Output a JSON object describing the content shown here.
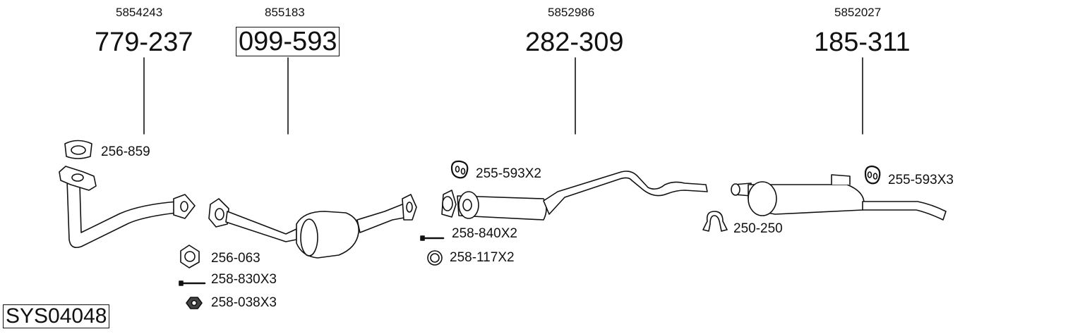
{
  "diagram_id": "SYS04048",
  "parts": [
    {
      "oem": "5854243",
      "number": "779-237"
    },
    {
      "oem": "855183",
      "number": "099-593"
    },
    {
      "oem": "5852986",
      "number": "282-309"
    },
    {
      "oem": "5852027",
      "number": "185-311"
    }
  ],
  "accessories": {
    "gasket_ring": "256-859",
    "gasket_flange": "256-063",
    "bolt_a": "258-830X3",
    "nut": "258-038X3",
    "rubber_mount_mid": "255-593X2",
    "bolt_b": "258-840X2",
    "spring": "258-117X2",
    "rubber_mount_rear": "255-593X3",
    "clamp": "250-250"
  }
}
